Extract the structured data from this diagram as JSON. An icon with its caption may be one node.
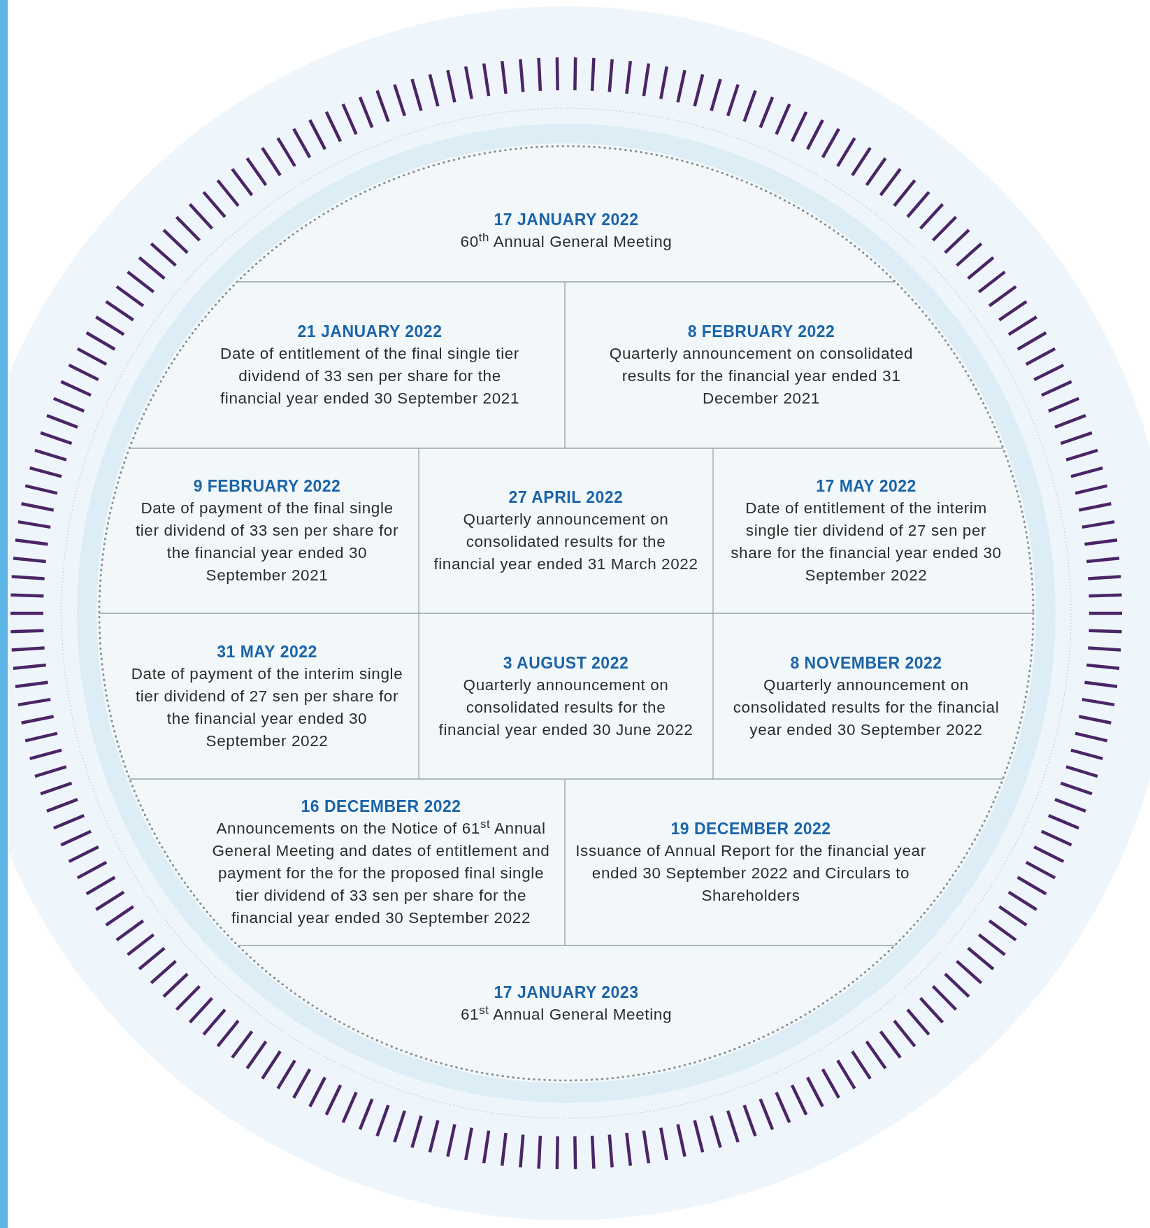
{
  "diagram": {
    "nodes": [
      {
        "text": [
          "17 JANUARY 2022",
          "60$^{th}$ Annual General Meeting"
        ]
      },
      {
        "text": [
          "21 JANUARY 2022",
          "Date of entitlement of the final single tier dividend of 33 sen per share for the financial year ended 30 September 2021"
        ]
      },
      {
        "text": [
          "8 FEBRUARY 2022",
          "Quarterly announcement on consolidated results for the financial year ended 31 December 2021"
        ]
      },
      {
        "text": [
          "9 FEBRUARY 2022",
          "Date of payment of the final single tier dividend of 33 sen per share for the financial year ended 30 September 2021"
        ]
      },
      {
        "text": [
          "27 APRIL 2022",
          "Quarterly announcement on consolidated results for the financial year ended 31 March 2022"
        ]
      },
      {
        "text": [
          "17 MAY 2022",
          "Date of entitlement of the interim single tier dividend of 27 sen per share for the financial year ended 30 September 2022"
        ]
      },
      {
        "text": [
          "31 MAY 2022",
          "Date of payment of the interim single tier dividend of 27 sen per share for the financial year ended 30 September 2022"
        ]
      },
      {
        "text": [
          "3 AUGUST 2022",
          "Quarterly announcement on consolidated results for the financial year ended 30 June 2022"
        ]
      },
      {
        "text": [
          "8 NOVEMBER 2022",
          "Quarterly announcement on consolidated results for the financial year ended 30 September 2022"
        ]
      },
      {
        "text": [
          "16 DECEMBER 2022",
          "Announcements on the Notice of 61$^{st}$ Annual General Meeting and dates of entitlement and payment for the for the proposed final single tier dividend of 33 sen per share for the financial year ended 30 September 2022"
        ]
      },
      {
        "text": [
          "19 DECEMBER 2022",
          "Issuance of Annual Report for the financial year ended 30 September 2022 and Circulars to Shareholders"
        ]
      },
      {
        "text": [
          "17 JANUARY 2023",
          "61$^{st}$ Annual General Meeting"
        ]
      }
    ]
  }
}
